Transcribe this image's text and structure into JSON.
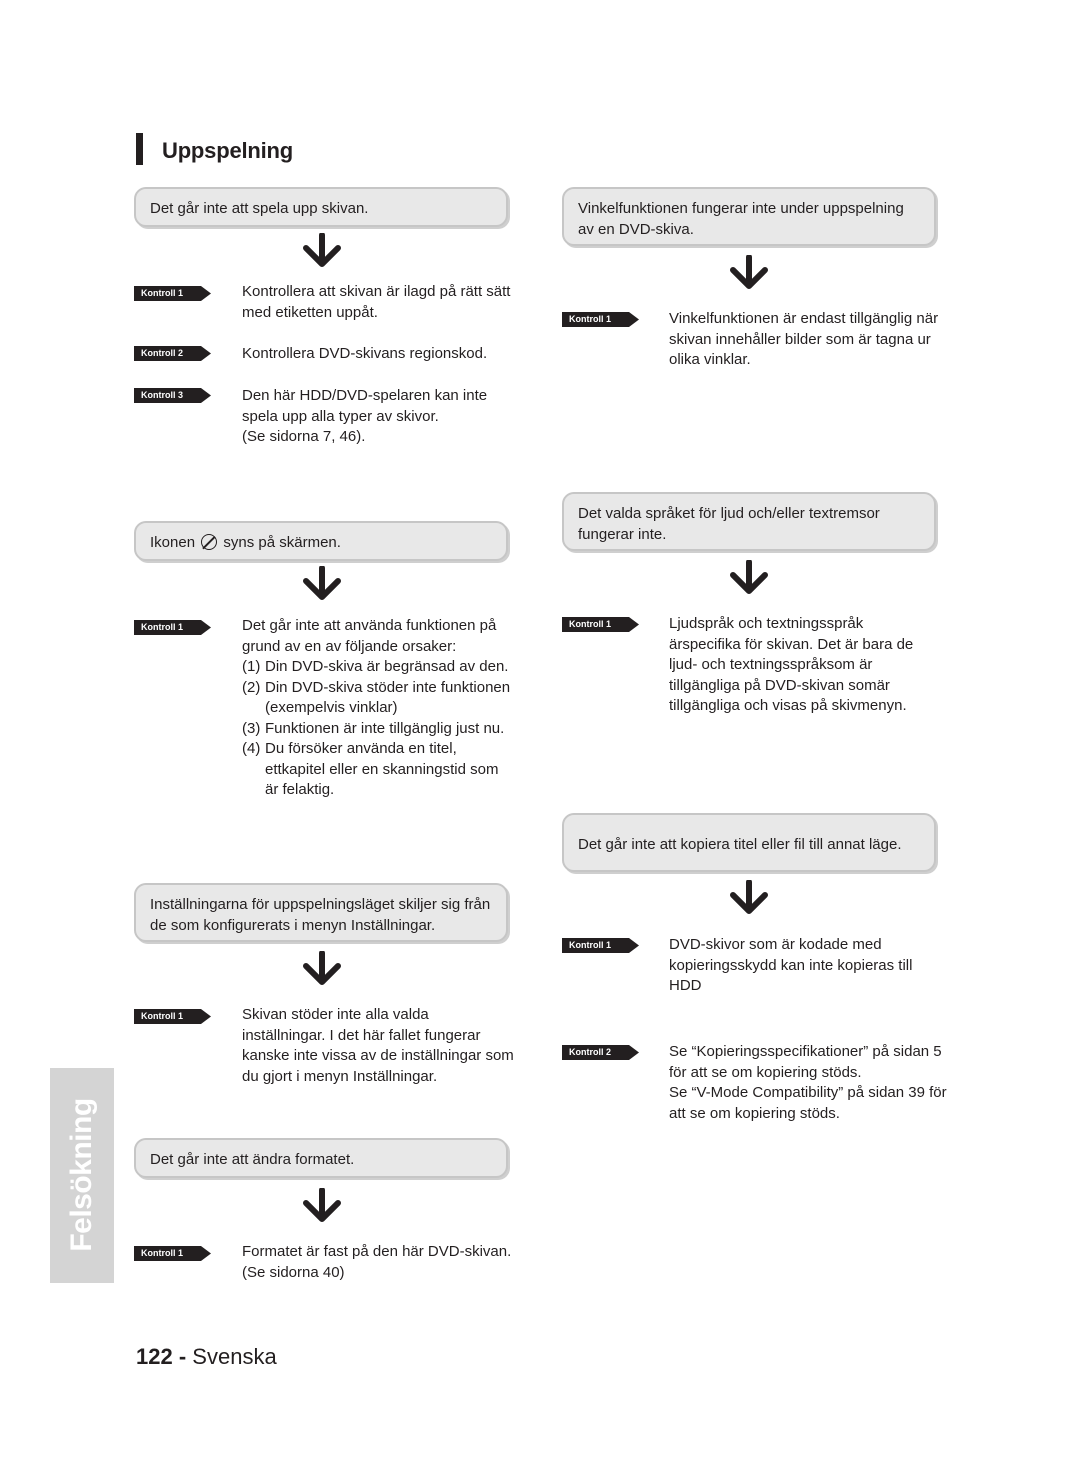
{
  "section_title": "Uppspelning",
  "side_tab": "Felsökning",
  "footer": {
    "page_number": "122",
    "separator": "-",
    "language": "Svenska"
  },
  "left": [
    {
      "problem": "Det går inte att spela upp skivan.",
      "checks": [
        {
          "label": "Kontroll 1",
          "text": "Kontrollera att skivan är ilagd på rätt sätt med etiketten uppåt."
        },
        {
          "label": "Kontroll 2",
          "text": "Kontrollera DVD-skivans regionskod."
        },
        {
          "label": "Kontroll 3",
          "text": "Den här HDD/DVD-spelaren kan inte spela upp alla typer av skivor.",
          "text2": "(Se sidorna 7, 46)."
        }
      ]
    },
    {
      "problem_before": "Ikonen",
      "problem_after": "syns på skärmen.",
      "checks": [
        {
          "label": "Kontroll 1",
          "text": "Det går inte att använda funktionen på grund av en av följande orsaker:",
          "items": [
            {
              "num": "(1)",
              "text": "Din DVD-skiva är begränsad av den."
            },
            {
              "num": "(2)",
              "text": "Din DVD-skiva stöder inte funktionen (exempelvis vinklar)"
            },
            {
              "num": "(3)",
              "text": "Funktionen är inte tillgänglig just nu."
            },
            {
              "num": "(4)",
              "text": "Du försöker använda en titel, ettkapitel eller en skanningstid som är felaktig."
            }
          ]
        }
      ]
    },
    {
      "problem": "Inställningarna för uppspelningsläget skiljer sig från de som konfigurerats i menyn Inställningar.",
      "checks": [
        {
          "label": "Kontroll 1",
          "text": "Skivan stöder inte alla valda inställningar. I det här fallet fungerar kanske inte vissa av de inställningar som du gjort i menyn Inställningar."
        }
      ]
    },
    {
      "problem": "Det går inte att ändra formatet.",
      "checks": [
        {
          "label": "Kontroll 1",
          "text": "Formatet är fast på den här DVD-skivan.",
          "text2": "(Se sidorna 40)"
        }
      ]
    }
  ],
  "right": [
    {
      "problem": "Vinkelfunktionen fungerar inte under uppspelning av en DVD-skiva.",
      "checks": [
        {
          "label": "Kontroll 1",
          "text": "Vinkelfunktionen är endast tillgänglig när skivan innehåller bilder som är tagna ur olika vinklar."
        }
      ]
    },
    {
      "problem": "Det valda språket för ljud och/eller textremsor fungerar inte.",
      "checks": [
        {
          "label": "Kontroll 1",
          "text": "Ljudspråk och textningsspråk ärspecifika för skivan. Det är bara de ljud- och textningsspråksom är tillgängliga på DVD-skivan somär tillgängliga och visas på skivmenyn."
        }
      ]
    },
    {
      "problem": "Det går inte att kopiera titel eller fil till annat läge.",
      "checks": [
        {
          "label": "Kontroll 1",
          "text": "DVD-skivor som är kodade med kopieringsskydd kan inte kopieras till HDD"
        },
        {
          "label": "Kontroll 2",
          "text": "Se “Kopieringsspecifikationer” på sidan 5 för att se om kopiering stöds.",
          "text2": "Se “V-Mode Compatibility” på sidan 39 för att se om kopiering stöds."
        }
      ]
    }
  ],
  "colors": {
    "badge": "#231f20",
    "box_fill": "#e8e8e8",
    "box_border": "#c6c6c6",
    "side_tab": "#d4d4d4"
  }
}
